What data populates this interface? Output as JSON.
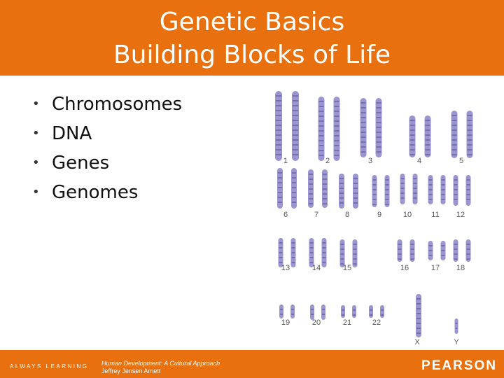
{
  "title": {
    "line1": "Genetic Basics",
    "line2": "Building Blocks of Life"
  },
  "bullets": [
    "Chromosomes",
    "DNA",
    "Genes",
    "Genomes"
  ],
  "karyotype": {
    "labels": [
      "1",
      "2",
      "3",
      "4",
      "5",
      "6",
      "7",
      "8",
      "9",
      "10",
      "11",
      "12",
      "13",
      "14",
      "15",
      "16",
      "17",
      "18",
      "19",
      "20",
      "21",
      "22",
      "X",
      "Y"
    ]
  },
  "footer": {
    "tagline": "ALWAYS LEARNING",
    "book_title": "Human Development: A Cultural Approach",
    "author": "Jeffrey Jensen Arnett",
    "brand": "PEARSON"
  },
  "colors": {
    "accent": "#e8700e",
    "chromosome": "#8a84c8"
  }
}
